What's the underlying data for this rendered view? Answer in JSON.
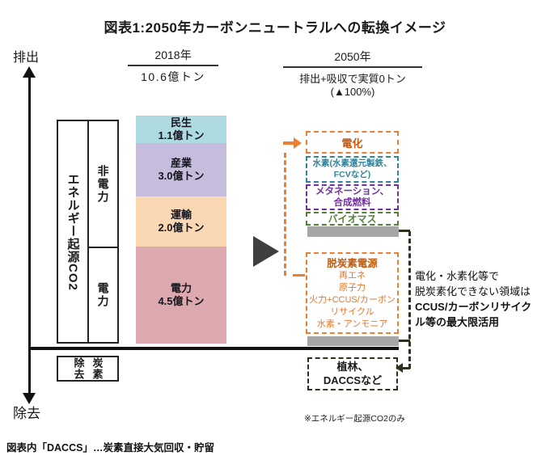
{
  "title": "図表1:2050年カーボンニュートラルへの転換イメージ",
  "axis": {
    "top_label": "排出",
    "bottom_label": "除去"
  },
  "col_2018": {
    "year": "2018年",
    "total": "10.6億トン"
  },
  "col_2050": {
    "year": "2050年",
    "line1": "排出+吸収で実質0トン",
    "line2": "(▲100%)"
  },
  "energy_box": {
    "source": "エネルギー起源CO2",
    "non_power": "非電力",
    "power": "電力"
  },
  "carbon_removal_box": {
    "left_column": "除去",
    "right_column": "炭素"
  },
  "bar": {
    "type": "stacked-bar",
    "unit": "億トン",
    "total_label": "10.6億トン",
    "segments": [
      {
        "name": "民生",
        "amount": "1.1億トン",
        "value": 1.1,
        "color": "#aedae2"
      },
      {
        "name": "産業",
        "amount": "3.0億トン",
        "value": 3.0,
        "color": "#c5bddb"
      },
      {
        "name": "運輸",
        "amount": "2.0億トン",
        "value": 2.0,
        "color": "#fbd8b4"
      },
      {
        "name": "電力",
        "amount": "4.5億トン",
        "value": 4.5,
        "color": "#dca9ae"
      }
    ]
  },
  "measures": {
    "denka": {
      "label": "電化",
      "border_color": "#ed7d31",
      "text_color": "#c55a11"
    },
    "suiso": {
      "line1": "水素(水素還元製鉄、",
      "line2": "FCVなど)",
      "border_color": "#31849b",
      "text_color": "#31849b"
    },
    "methanation": {
      "line1": "メタネーション、",
      "line2": "合成燃料",
      "border_color": "#7030a0",
      "text_color": "#7030a0"
    },
    "biomass": {
      "label": "バイオマス",
      "border_color": "#538135",
      "text_color": "#538135"
    }
  },
  "decarb_box": {
    "title": "脱炭素電源",
    "lines": [
      "再エネ",
      "原子力",
      "火力+CCUS/カーボン",
      "リサイクル",
      "水素・アンモニア"
    ],
    "border_color": "#ed7d31",
    "title_color": "#bf5b0e",
    "text_color": "#e8772e"
  },
  "forest_box": {
    "line1": "植林、",
    "line2": "DACCSなど",
    "border_color": "#332f1f"
  },
  "side_note": {
    "line1": "電化・水素化等で",
    "line2": "脱炭素化できない領域は",
    "line3": "CCUS/カーボンリサイク",
    "line4": "ル等の最大限活用"
  },
  "footnote": "※エネルギー起源CO2のみ",
  "footer": "図表内「DACCS」…炭素直接大気回収・貯留",
  "colors": {
    "orange_dash": "#ed7d31",
    "dark_orange_text": "#c55a11",
    "teal": "#31849b",
    "purple": "#7030a0",
    "green": "#538135",
    "gray_bar": "#a6a6a6",
    "dark_connector": "#332f1f",
    "triangle": "#3f3f3f",
    "axis": "#111111"
  }
}
